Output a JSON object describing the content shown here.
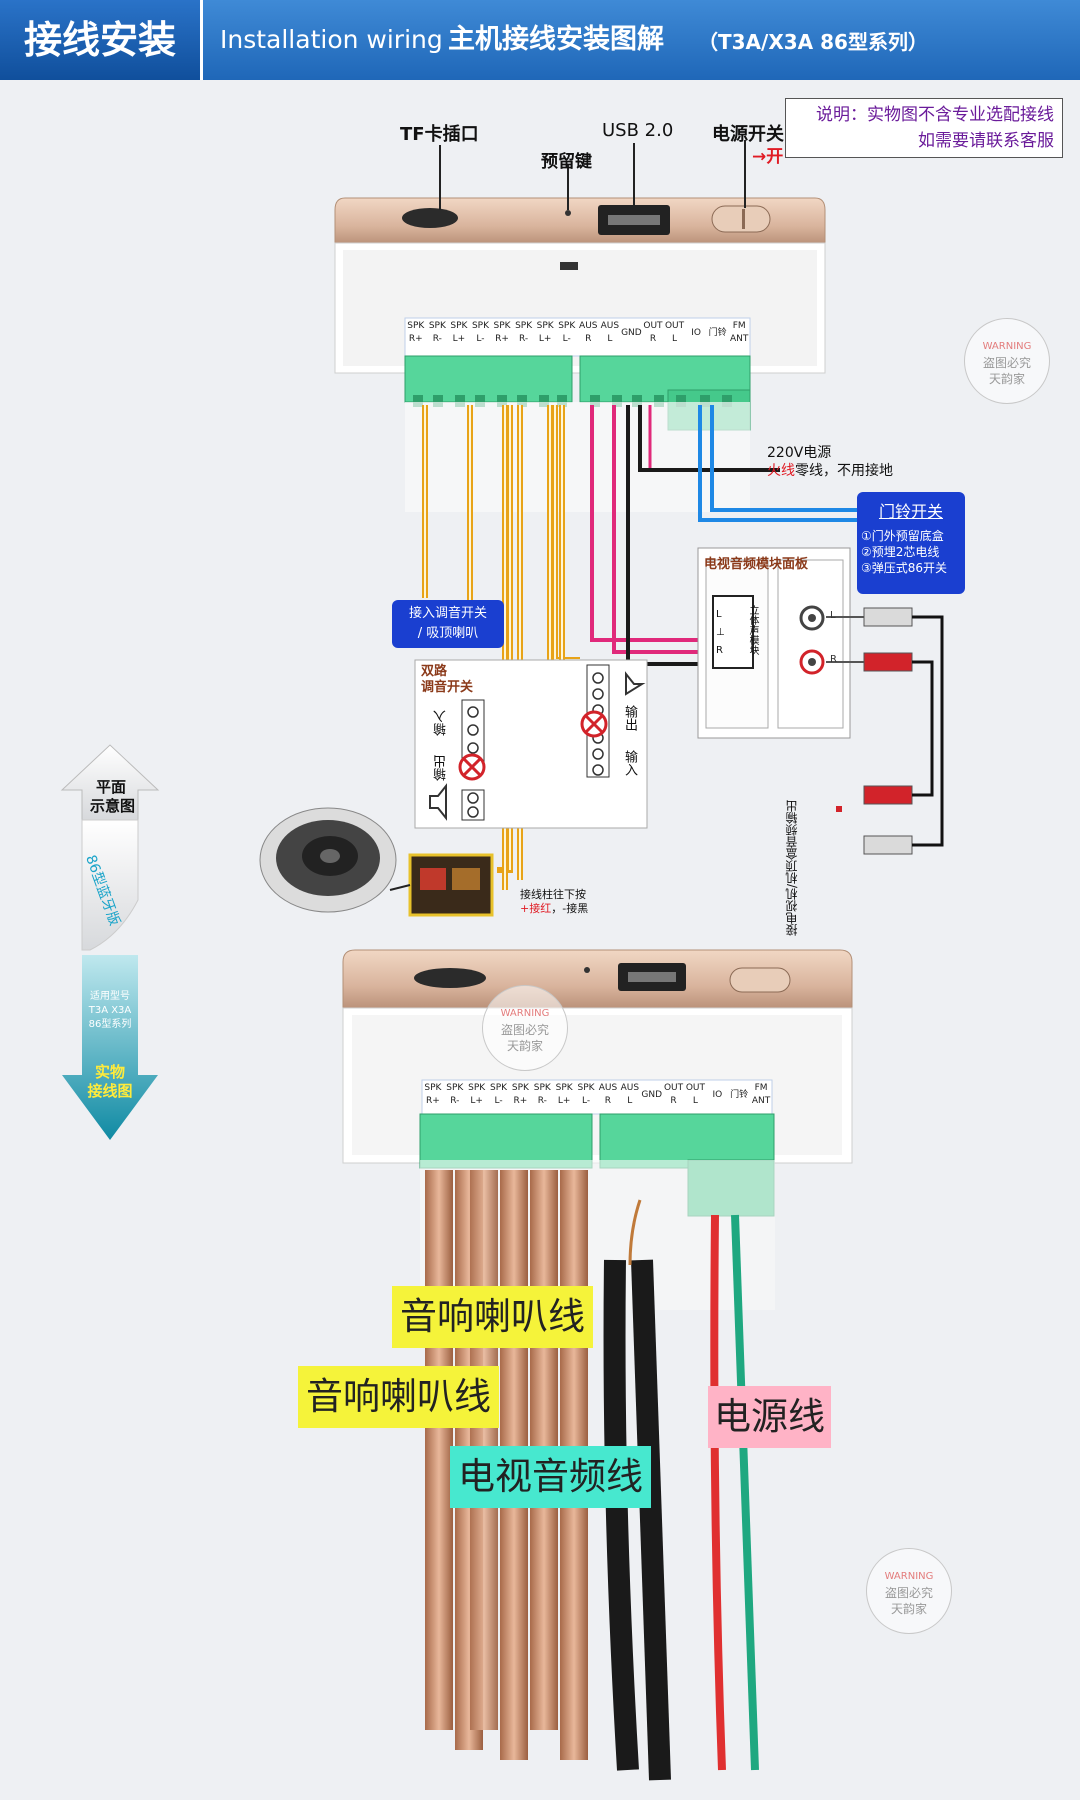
{
  "header": {
    "title": "接线安装",
    "subtitle_en": "Installation wiring",
    "subtitle_cn": "主机接线安装图解",
    "model": "（T3A/X3A 86型系列）"
  },
  "top_unit": {
    "tf_label": "TF卡插口",
    "reserve_label": "预留键",
    "usb_label": "USB 2.0",
    "power_label": "电源开关",
    "power_on": "→开",
    "terminals": [
      [
        "SPK",
        "R+"
      ],
      [
        "SPK",
        "R-"
      ],
      [
        "SPK",
        "L+"
      ],
      [
        "SPK",
        "L-"
      ],
      [
        "SPK",
        "R+"
      ],
      [
        "SPK",
        "R-"
      ],
      [
        "SPK",
        "L+"
      ],
      [
        "SPK",
        "L-"
      ],
      [
        "AUS",
        "R"
      ],
      [
        "AUS",
        "L"
      ],
      [
        "GND",
        ""
      ],
      [
        "OUT",
        "R"
      ],
      [
        "OUT",
        "L"
      ],
      [
        "IO",
        ""
      ],
      [
        "门铃",
        ""
      ],
      [
        "FM",
        "ANT"
      ]
    ]
  },
  "note": {
    "line1": "说明：实物图不含专业选配接线",
    "line2": "如需要请联系客服"
  },
  "power_note": {
    "line1": "220V电源",
    "fire": "火线",
    "line2_rest": "零线，不用接地"
  },
  "doorbell": {
    "title": "门铃开关",
    "items": [
      "①门外预留底盒",
      "②预埋2芯电线",
      "③弹压式86开关"
    ]
  },
  "tv_panel": {
    "title": "电视音频模块面板",
    "module": "立体声模块",
    "jack_l": "L",
    "jack_r": "R",
    "pins": [
      "L",
      "⊥",
      "R"
    ],
    "out_label": "接电视机/机顶盒音频输出"
  },
  "tuning_note": {
    "line1": "接入调音开关",
    "line2": "/ 吸顶喇叭"
  },
  "dual_switch": {
    "title_line1": "双路",
    "title_line2": "调音开关",
    "in_label": "输入",
    "out_label": "输出",
    "right_out": "输出",
    "right_in": "输入"
  },
  "wire_note": {
    "line1": "接线柱往下按",
    "line2_plus": "+",
    "line2_red": "接红",
    "line2_rest": "，-接黑"
  },
  "side_arrow": {
    "up_line1": "平面",
    "up_line2": "示意图",
    "ribbon": "86型蓝牙版",
    "model_line1": "适用型号",
    "model_line2": "T3A X3A",
    "model_line3": "86型系列",
    "down_line1": "实物",
    "down_line2": "接线图"
  },
  "bottom_unit": {
    "terminals": [
      [
        "SPK",
        "R+"
      ],
      [
        "SPK",
        "R-"
      ],
      [
        "SPK",
        "L+"
      ],
      [
        "SPK",
        "L-"
      ],
      [
        "SPK",
        "R+"
      ],
      [
        "SPK",
        "R-"
      ],
      [
        "SPK",
        "L+"
      ],
      [
        "SPK",
        "L-"
      ],
      [
        "AUS",
        "R"
      ],
      [
        "AUS",
        "L"
      ],
      [
        "GND",
        ""
      ],
      [
        "OUT",
        "R"
      ],
      [
        "OUT",
        "L"
      ],
      [
        "IO",
        ""
      ],
      [
        "门铃",
        ""
      ],
      [
        "FM",
        "ANT"
      ]
    ]
  },
  "labels": {
    "speaker1": "音响喇叭线",
    "speaker2": "音响喇叭线",
    "tv_audio": "电视音频线",
    "power": "电源线"
  },
  "watermark": {
    "warn": "WARNING",
    "line1": "盗图必究",
    "line2": "天韵家"
  },
  "colors": {
    "header_blue": "#1f67b8",
    "wire_orange": "#e8a317",
    "wire_pink": "#e0297a",
    "wire_blue": "#1e88e5",
    "terminal_green": "#4ed491",
    "label_yellow": "#f5f33a",
    "label_cyan": "#47e8cf",
    "label_pink": "#ffb3c6",
    "case_gold": "#d9b49d"
  }
}
